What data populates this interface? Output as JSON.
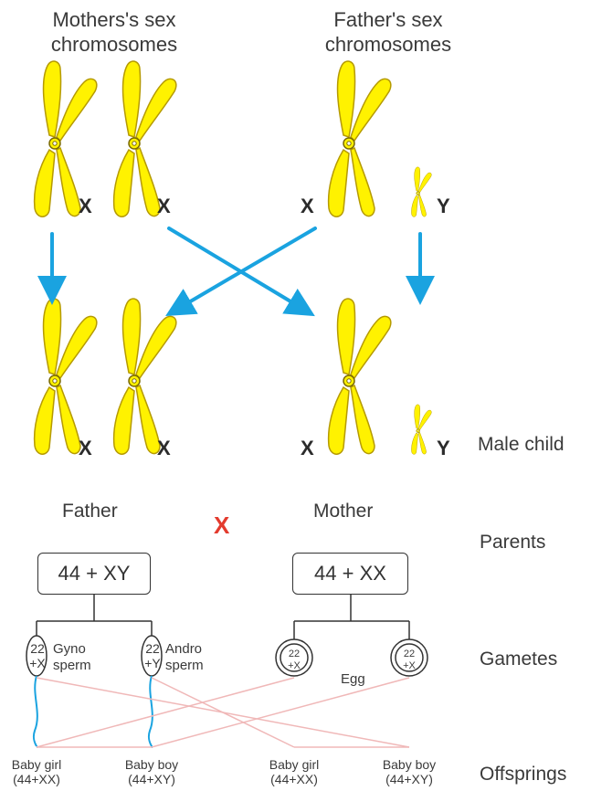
{
  "chromosomes": {
    "mother_title_1": "Mothers's sex",
    "mother_title_2": "chromosomes",
    "father_title_1": "Father's sex",
    "father_title_2": "chromosomes",
    "x": "X",
    "y": "Y",
    "male_child": "Male child"
  },
  "cross": {
    "father": "Father",
    "mother": "Mother",
    "cross_symbol": "X",
    "father_karyotype": "44 + XY",
    "mother_karyotype": "44 + XX",
    "parents": "Parents",
    "gametes": "Gametes",
    "offsprings": "Offsprings",
    "sperm_22": "22",
    "sperm_x": "+X",
    "sperm_y": "+Y",
    "gyno": "Gyno",
    "andro": "Andro",
    "sperm": "sperm",
    "egg_22": "22",
    "egg_x": "+X",
    "egg": "Egg",
    "offspring": [
      {
        "name": "Baby girl",
        "karyotype": "(44+XX)"
      },
      {
        "name": "Baby boy",
        "karyotype": "(44+XY)"
      },
      {
        "name": "Baby girl",
        "karyotype": "(44+XX)"
      },
      {
        "name": "Baby boy",
        "karyotype": "(44+XY)"
      }
    ]
  },
  "colors": {
    "chromosome_fill": "#fff200",
    "chromosome_stroke": "#b59a00",
    "arrow": "#1aa3e0",
    "cross_red": "#e33b2e",
    "offspring_lines": "#f0b8b8",
    "sperm_tail": "#1aa3e0"
  }
}
